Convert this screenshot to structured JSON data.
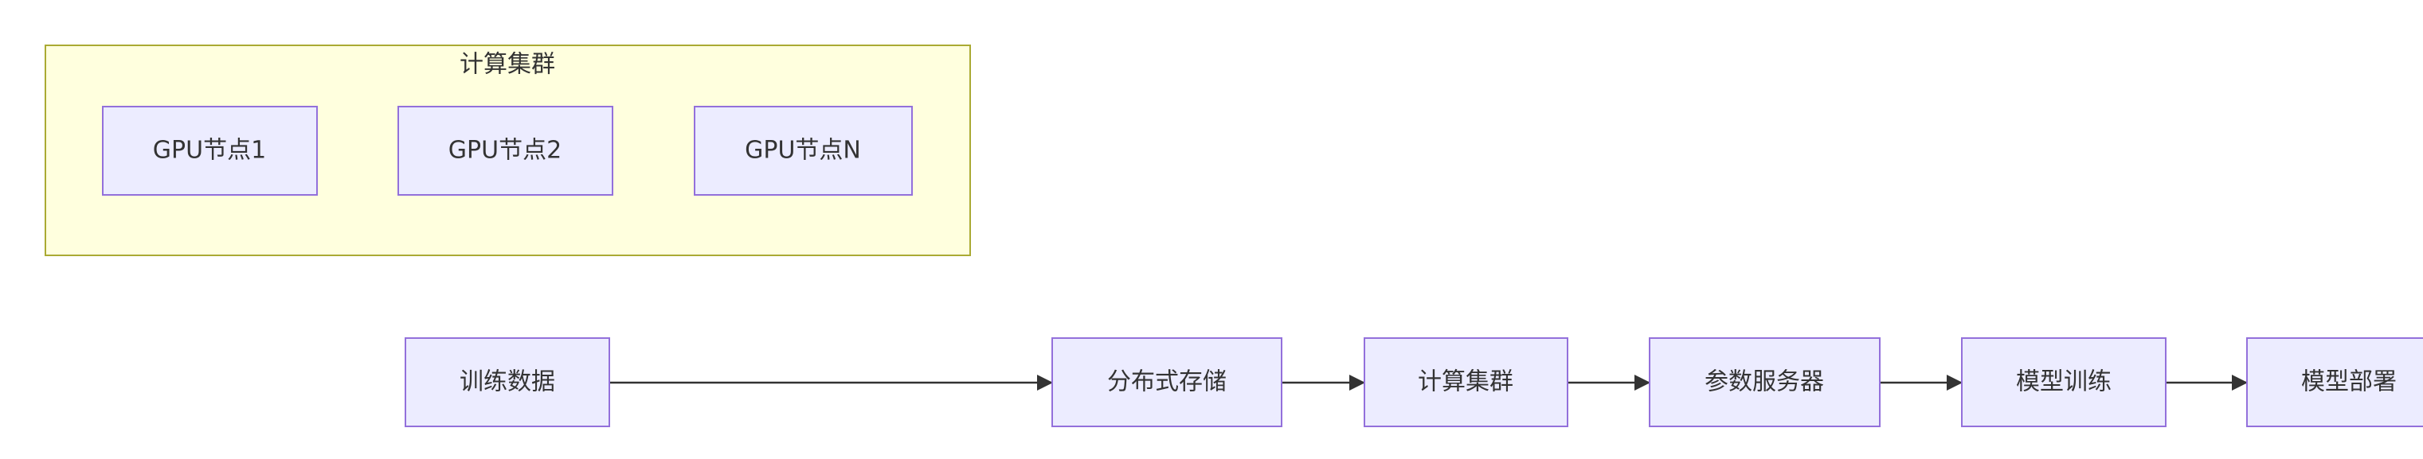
{
  "cluster": {
    "title": "计算集群",
    "nodes": [
      "GPU节点1",
      "GPU节点2",
      "GPU节点N"
    ]
  },
  "pipeline": {
    "nodes": [
      "训练数据",
      "分布式存储",
      "计算集群",
      "参数服务器",
      "模型训练",
      "模型部署"
    ]
  },
  "colors": {
    "node_fill": "#ececff",
    "node_stroke": "#9370db",
    "cluster_fill": "#ffffde",
    "cluster_stroke": "#aaaa33",
    "edge": "#333333",
    "text": "#333333"
  }
}
